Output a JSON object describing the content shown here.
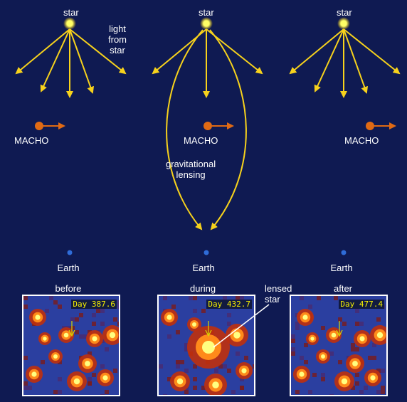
{
  "labels": {
    "star": "star",
    "light_from_star": "light\nfrom\nstar",
    "macho": "MACHO",
    "gravitational_lensing": "gravitational\nlensing",
    "earth": "Earth",
    "lensed_star": "lensed\nstar"
  },
  "phases": [
    {
      "caption": "before",
      "day": "Day 387.6"
    },
    {
      "caption": "during",
      "day": "Day 432.7"
    },
    {
      "caption": "after",
      "day": "Day 477.4"
    }
  ],
  "colors": {
    "background": "#0f1a52",
    "star": "#ffff66",
    "light_ray": "#f7d21c",
    "macho": "#e06a14",
    "earth": "#2f6cd8",
    "text": "#ffffff",
    "day_text": "#f6f000"
  }
}
